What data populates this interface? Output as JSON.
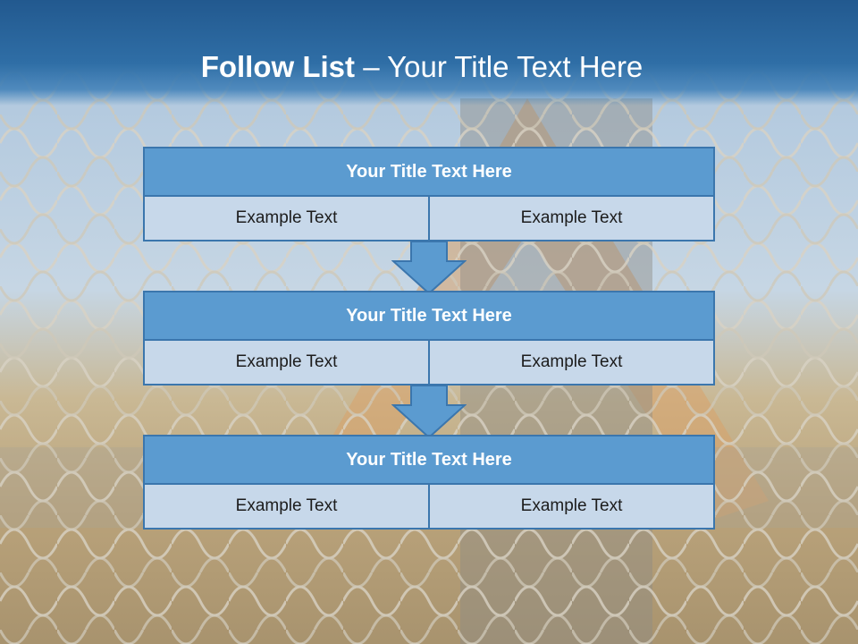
{
  "slide": {
    "title_bold": "Follow List",
    "title_rest": " – Your Title Text Here"
  },
  "blocks": [
    {
      "title": "Your Title Text Here",
      "left": "Example Text",
      "right": "Example Text"
    },
    {
      "title": "Your Title Text Here",
      "left": "Example Text",
      "right": "Example Text"
    },
    {
      "title": "Your Title Text Here",
      "left": "Example Text",
      "right": "Example Text"
    }
  ],
  "colors": {
    "header_fill": "#5b9bd0",
    "cell_fill": "#c7d8ea",
    "border": "#3b76ad",
    "title_band": "#2f6ea6"
  }
}
